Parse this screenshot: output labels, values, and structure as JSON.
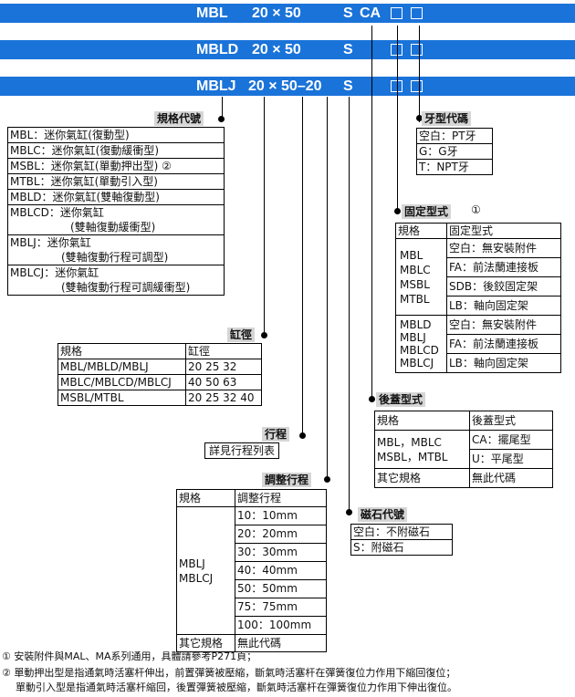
{
  "models": {
    "row1": {
      "name": "MBL",
      "size": "20 × 50",
      "s": "S",
      "ca": "CA"
    },
    "row2": {
      "name": "MBLD",
      "size": "20 × 50",
      "s": "S"
    },
    "row3": {
      "name": "MBLJ",
      "size": "20 × 50–20",
      "s": "S"
    }
  },
  "section_labels": {
    "series": "規格代號",
    "thread": "牙型代碼",
    "mount": "固定型式",
    "mount_ref": "①",
    "bore": "缸徑",
    "rear": "後蓋型式",
    "stroke": "行程",
    "adjust": "調整行程",
    "magnet": "磁石代號"
  },
  "series_list": [
    "MBL：迷你氣缸(復動型)",
    "MBLC：迷你氣缸(復動緩衝型)",
    "MSBL：迷你氣缸(單動押出型) ②",
    "MTBL：迷你氣缸(單動引入型)",
    "MBLD：迷你氣缸(雙軸復動型)",
    "MBLCD：迷你氣缸",
    "(雙軸復動緩衝型)",
    "MBLJ：迷你氣缸",
    "(雙軸復動行程可調型)",
    "MBLCJ：迷你氣缸",
    "(雙軸復動行程可調緩衝型)"
  ],
  "thread_list": [
    "空白：PT牙",
    "G：G牙",
    "T：NPT牙"
  ],
  "mount_table": {
    "h_spec": "規格",
    "h_type": "固定型式",
    "g1_models": "MBL\nMBLC\nMSBL\nMTBL",
    "g1_opts": [
      "空白：無安裝附件",
      "FA：前法蘭連接板",
      "SDB：後鉸固定架",
      "LB：軸向固定架"
    ],
    "g2_models": "MBLD\nMBLJ\nMBLCD\nMBLCJ",
    "g2_opts": [
      "空白：無安裝附件",
      "FA：前法蘭連接板",
      "LB：軸向固定架"
    ]
  },
  "bore_table": {
    "h_spec": "規格",
    "h_bore": "缸徑",
    "rows": [
      {
        "spec": "MBL/MBLD/MBLJ",
        "bore": "20 25 32"
      },
      {
        "spec": "MBLC/MBLCD/MBLCJ",
        "bore": "40 50 63"
      },
      {
        "spec": "MSBL/MTBL",
        "bore": "20 25 32 40"
      }
    ]
  },
  "rear_table": {
    "h_spec": "規格",
    "h_type": "後蓋型式",
    "models": "MBL，MBLC\nMSBL，MTBL",
    "opts": [
      "CA：擺尾型",
      "U：平尾型"
    ],
    "other_spec": "其它規格",
    "other_val": "無此代碼"
  },
  "stroke_text": "詳見行程列表",
  "adjust_table": {
    "h_spec": "規格",
    "h_adj": "調整行程",
    "models": "MBLJ\nMBLCJ",
    "opts": [
      "10：10mm",
      "20：20mm",
      "30：30mm",
      "40：40mm",
      "50：50mm",
      "75：75mm",
      "100：100mm"
    ],
    "other_spec": "其它規格",
    "other_val": "無此代碼"
  },
  "magnet_list": [
    "空白：不附磁石",
    "S：附磁石"
  ],
  "notes": [
    "① 安裝附件與MAL、MA系列通用，具體請參考P271頁；",
    "② 單動押出型是指通氣時活塞杆伸出，前置彈簧被壓縮，斷氣時活塞杆在彈簧復位力作用下縮回復位；",
    "單動引入型是指通氣時活塞杆縮回，後置彈簧被壓縮，斷氣時活塞杆在彈簧復位力作用下伸出復位。"
  ],
  "colors": {
    "bar": "#1a73d9",
    "label_bg": "#d6d6d6"
  }
}
